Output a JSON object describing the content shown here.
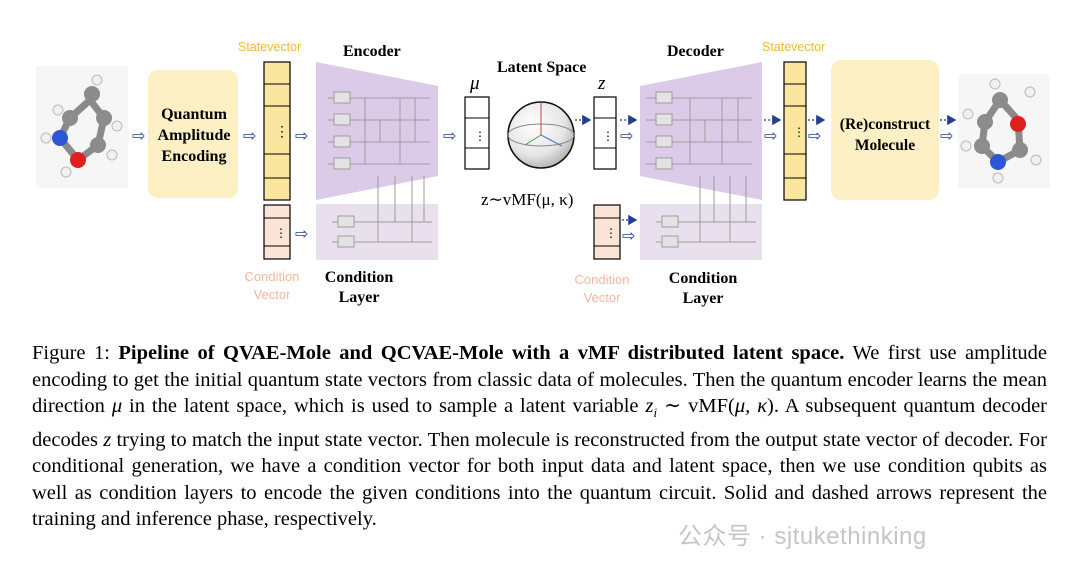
{
  "diagram": {
    "statevector_left": "Statevector",
    "statevector_right": "Statevector",
    "encoder": "Encoder",
    "decoder": "Decoder",
    "latent_space": "Latent Space",
    "mu": "μ",
    "z": "z",
    "quantum_amplitude_encoding": [
      "Quantum",
      "Amplitude",
      "Encoding"
    ],
    "reconstruct_molecule": [
      "(Re)construct",
      "Molecule"
    ],
    "sampling": "z∼vMF(μ, κ)",
    "condition_vector_left": [
      "Condition",
      "Vector"
    ],
    "condition_vector_right": [
      "Condition",
      "Vector"
    ],
    "condition_layer_left": [
      "Condition",
      "Layer"
    ],
    "condition_layer_right": [
      "Condition",
      "Layer"
    ],
    "colors": {
      "statevector_fill": "#fbe6a0",
      "statevector_border": "#000000",
      "condition_fill": "#fbe3d6",
      "encoder_fill": "#dccbe8",
      "condition_layer_fill": "#e9e0ee",
      "box_fill": "#fdf0c4",
      "orange_text": "#f0b92e",
      "condition_text": "#f3b79d",
      "arrow_dashed": "#1f3f8f"
    }
  },
  "caption": {
    "figure_label": "Figure 1:",
    "title": "Pipeline of QVAE-Mole and QCVAE-Mole with a vMF distributed latent space.",
    "body_1": " We first use amplitude encoding to get the initial quantum state vectors from classic data of molecules. Then the quantum encoder learns the mean direction ",
    "mu": "μ",
    "body_2": " in the latent space, which is used to sample a latent variable ",
    "zi": "z",
    "zi_sub": "i",
    "sim_vmf": " ∼ vMF(",
    "mu_kappa": "μ, κ",
    "body_3": "). A subsequent quantum decoder decodes ",
    "z": "z",
    "body_4": " trying to match the input state vector. Then molecule is reconstructed from the output state vector of decoder. For conditional generation, we have a condition vector for both input data and latent space, then we use condition qubits as well as condition layers to encode the given conditions into the quantum circuit. Solid and dashed arrows represent the training and inference phase, respectively."
  },
  "watermark": "公众号 · sjtukethinking"
}
